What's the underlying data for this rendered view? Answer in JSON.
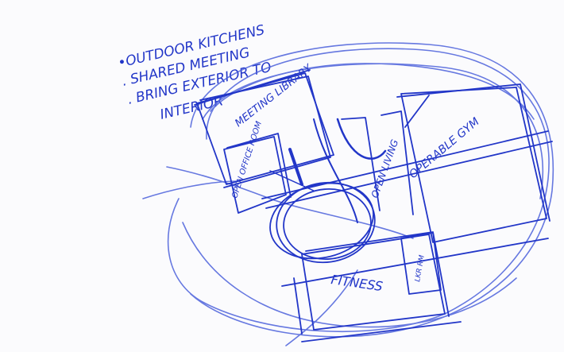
{
  "notes": [
    "•OUTDOOR KITCHENS",
    ". SHARED MEETING",
    ". BRING EXTERIOR TO",
    "INTERIOR"
  ],
  "labels": {
    "meeting_library": "MEETING LIBRARY",
    "open_office": "OPEN OFFICE ROOM",
    "open_living": "OPEN LIVING",
    "operable_gym": "OPERABLE GYM",
    "fitness": "FITNESS",
    "locker": "LKR RM"
  },
  "colors": {
    "ink": "#2236c8",
    "ink_light": "#4d62dc",
    "paper": "#fbfbfd"
  }
}
